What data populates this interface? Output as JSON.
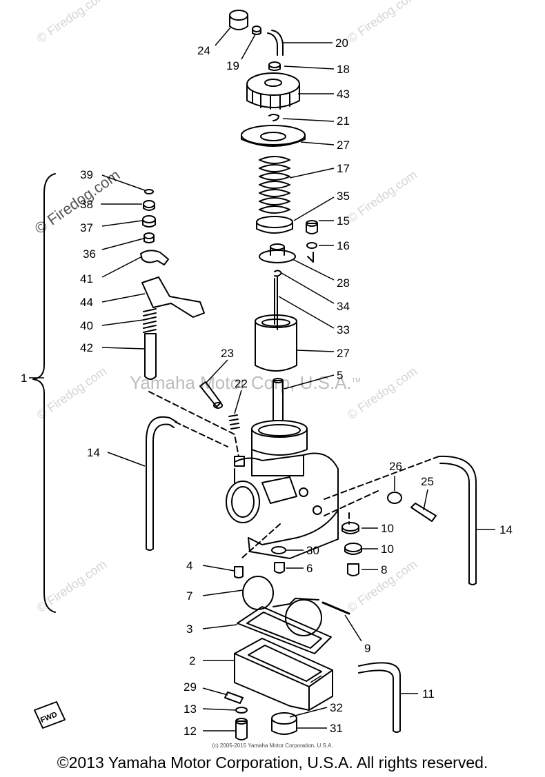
{
  "watermarks": {
    "site": "© Firedog.com",
    "center": "Yamaha Motor Corp, U.S.A.",
    "tm": "TM"
  },
  "copyright_small": "(c) 2005-2015 Yamaha Motor Corporation, U.S.A.",
  "footer": "©2013 Yamaha Motor Corporation, U.S.A. All rights reserved.",
  "fwd_label": "FWD",
  "callouts": {
    "c1": "1",
    "c2": "2",
    "c3": "3",
    "c4": "4",
    "c5": "5",
    "c6": "6",
    "c7": "7",
    "c8": "8",
    "c9": "9",
    "c10a": "10",
    "c10b": "10",
    "c11": "11",
    "c12": "12",
    "c13": "13",
    "c14a": "14",
    "c14b": "14",
    "c15": "15",
    "c16": "16",
    "c17": "17",
    "c18": "18",
    "c19": "19",
    "c20": "20",
    "c21": "21",
    "c22": "22",
    "c23": "23",
    "c24": "24",
    "c25": "25",
    "c26": "26",
    "c27a": "27",
    "c27b": "27",
    "c28": "28",
    "c29": "29",
    "c30": "30",
    "c31": "31",
    "c32": "32",
    "c33": "33",
    "c34": "34",
    "c35": "35",
    "c36": "36",
    "c37": "37",
    "c38": "38",
    "c39": "39",
    "c40": "40",
    "c41": "41",
    "c42": "42",
    "c43": "43",
    "c44": "44"
  }
}
